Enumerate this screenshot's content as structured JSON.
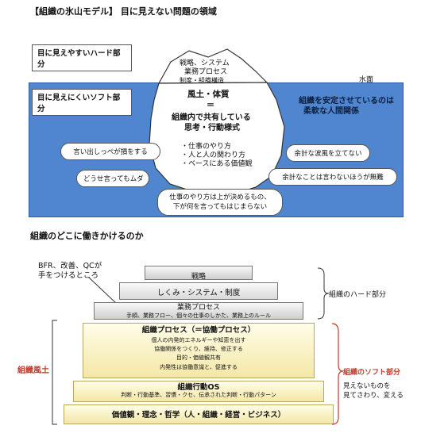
{
  "iceberg": {
    "title": "【組織の氷山モデル】 目に見えない問題の領域",
    "hard_label": "目に見えやすいハード部分",
    "soft_label": "目に見えにくいソフト部分",
    "water_label": "水面",
    "tip_lines": [
      "戦略、システム",
      "業務プロセス",
      "制度・組織構造"
    ],
    "core_title": "風土・体質",
    "core_eq": "＝",
    "core_sub1": "組織内で共有している",
    "core_sub2": "思考・行動様式",
    "core_items": [
      "・仕事のやり方",
      "・人と人の関わり方",
      "・ベースにある価値観"
    ],
    "right_text1": "組織を安定させているのは",
    "right_text2": "柔軟な人間関係",
    "bubbles": [
      "言い出しっぺが損をする",
      "どうせ言ってもムダ",
      "余計な波風を立てない",
      "余計なことは言わないほうが無難"
    ],
    "bottom_bubble1": "仕事のやり方は上が決めるもの、",
    "bottom_bubble2": "下が何を言ってもはじまらない"
  },
  "pyramid": {
    "title": "組織のどこに働きかけるのか",
    "note1": "BFR、改善、QCが",
    "note2": "手をつけるところ",
    "tier_strategy": "戦略",
    "tier_system": "しくみ・システム・制度",
    "tier_process": "業務プロセス",
    "tier_process_sub": "手順、業務フロー、個々の仕事のしかた、業務上のルール",
    "tier_org": "組織プロセス（＝協働プロセス）",
    "tier_org_lines": [
      "個人の内発的エネルギーや知恵を出す",
      "協働関係をつくり、維持、修正する",
      "目的・価値観共有",
      "内発性は協働意識と、促進する"
    ],
    "tier_os": "組織行動OS",
    "tier_os_sub": "判断・行動基準、習慣・クセ、伝承された判断・行動パターン",
    "tier_values": "価値観・理念・哲学（人・組織・経営・ビジネス）",
    "left_label": "組織風土",
    "right_hard": "組織のハード部分",
    "right_soft": "組織のソフト部分",
    "right_note1": "見えないものを",
    "right_note2": "見てさわり、変える"
  },
  "colors": {
    "water": "#4f86cf",
    "accent_red": "#c0392b",
    "tier_yellow": "#f4e7a6"
  }
}
